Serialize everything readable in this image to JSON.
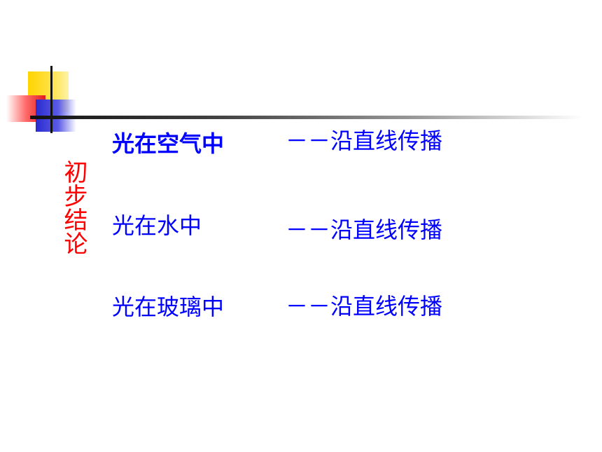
{
  "slide": {
    "heading": "初步结论",
    "rows": [
      {
        "medium": "光在空气中",
        "conclusion": "－－沿直线传播"
      },
      {
        "medium": "光在水中",
        "conclusion": "－－沿直线传播"
      },
      {
        "medium": "光在玻璃中",
        "conclusion": "－－沿直线传播"
      }
    ]
  },
  "colors": {
    "heading": "#ff0000",
    "body_text": "#0000ff",
    "deco_yellow": "#ffd400",
    "deco_red": "#e21b1b",
    "deco_blue": "#2b2bd0"
  }
}
